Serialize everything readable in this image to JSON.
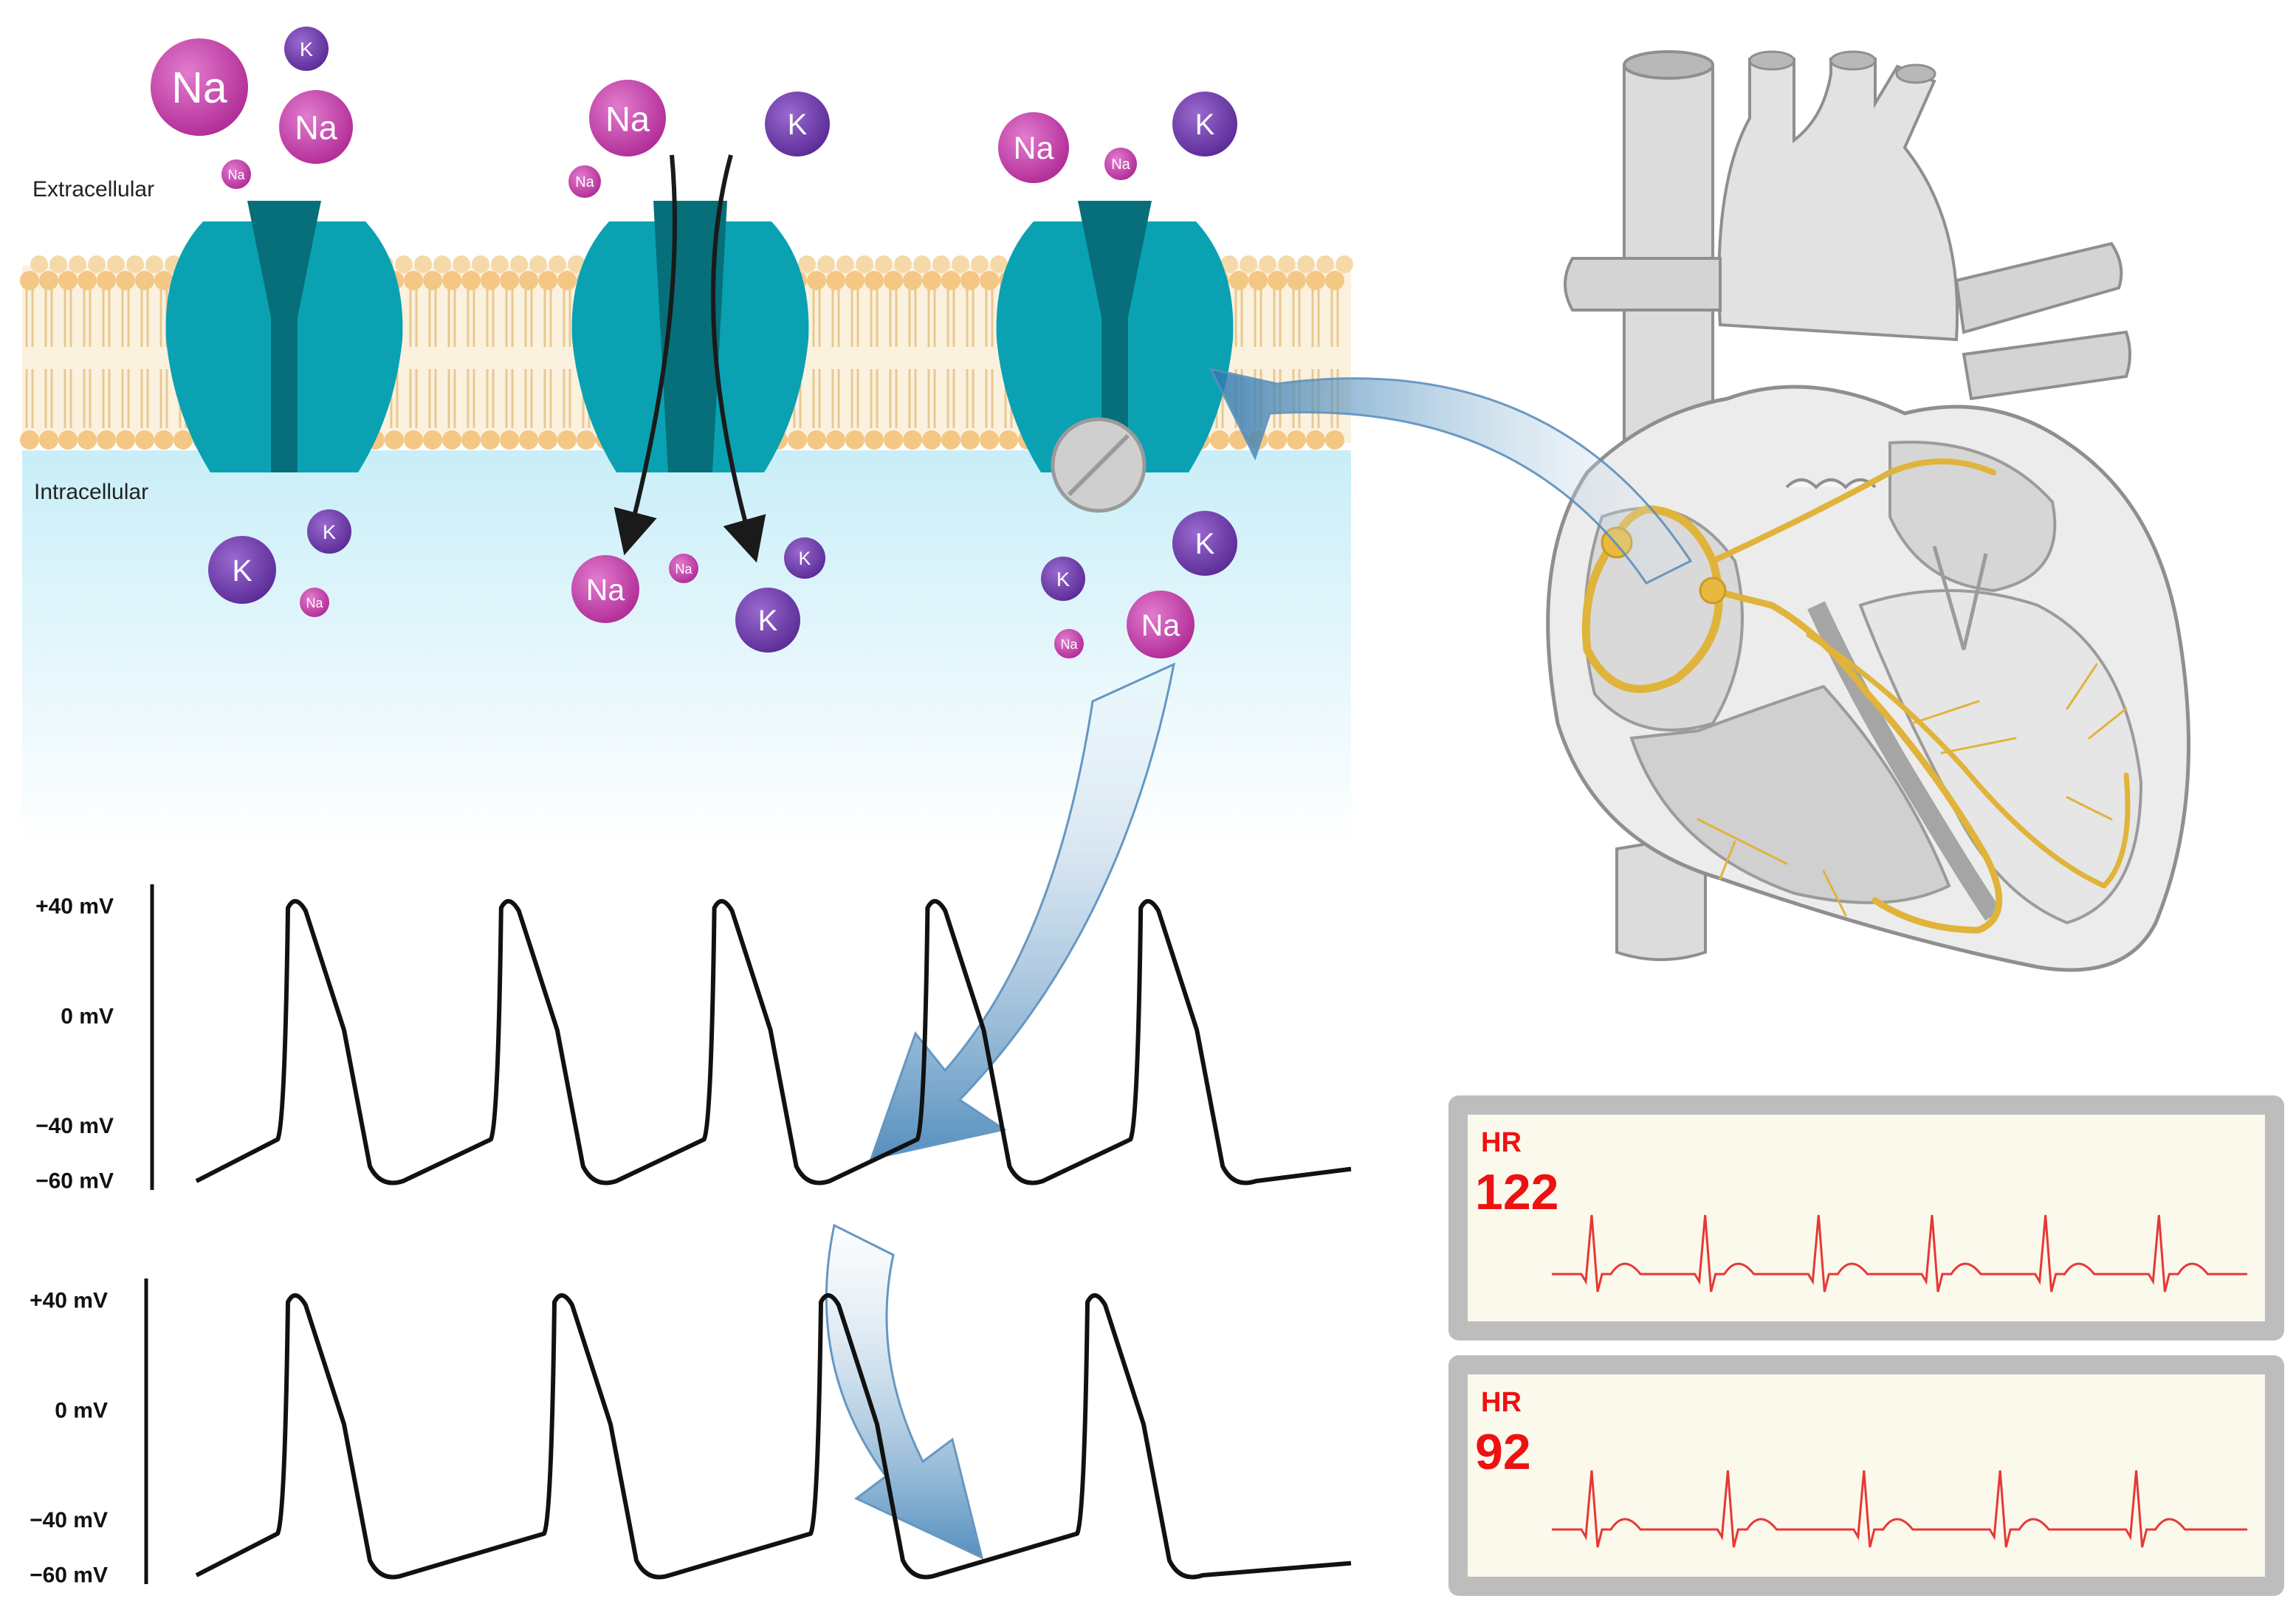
{
  "labels": {
    "extracellular": "Extracellular",
    "intracellular": "Intracellular"
  },
  "ion_names": {
    "na": "Na",
    "k": "K"
  },
  "colors": {
    "na": "#c03aa6",
    "k": "#6b3aa6",
    "channel": "#0aa2b3",
    "membrane_head": "#f4c784",
    "cytoplasm": "#d6f4fb",
    "conduction": "#e0b33a",
    "monitor_frame": "#bdbdbd",
    "monitor_screen": "#fbf8ec",
    "ecg": "#e53935",
    "hr_text": "#ee1111"
  },
  "voltage_scale": {
    "ticks": [
      {
        "label": "+40 mV",
        "value": 40
      },
      {
        "label": "0 mV",
        "value": 0
      },
      {
        "label": "−40 mV",
        "value": -40
      },
      {
        "label": "−60 mV",
        "value": -60
      }
    ]
  },
  "action_potential_traces": [
    {
      "name": "",
      "beats": 5
    },
    {
      "name": "",
      "beats": 4
    }
  ],
  "monitors": [
    {
      "hr_label": "HR",
      "hr_value": "122",
      "beats": 6
    },
    {
      "hr_label": "HR",
      "hr_value": "92",
      "beats": 5
    }
  ]
}
